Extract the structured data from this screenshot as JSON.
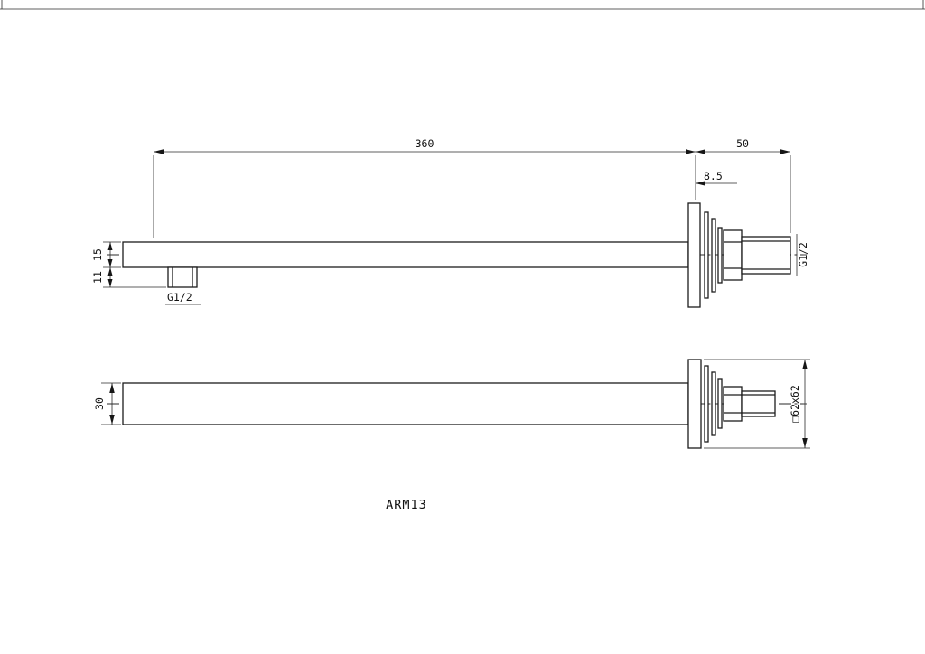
{
  "drawing": {
    "title": "ARM13",
    "top_view": {
      "dim_length": "360",
      "dim_offset": "50",
      "dim_flange_thickness": "8.5",
      "dim_arm_height": "15",
      "dim_outlet_drop": "11",
      "outlet_thread": "G1/2",
      "inlet_thread": "G1/2"
    },
    "bottom_view": {
      "dim_arm_width": "30",
      "flange_size": "□62x62"
    },
    "colors": {
      "line": "#1c1c1c",
      "background": "#ffffff"
    }
  }
}
